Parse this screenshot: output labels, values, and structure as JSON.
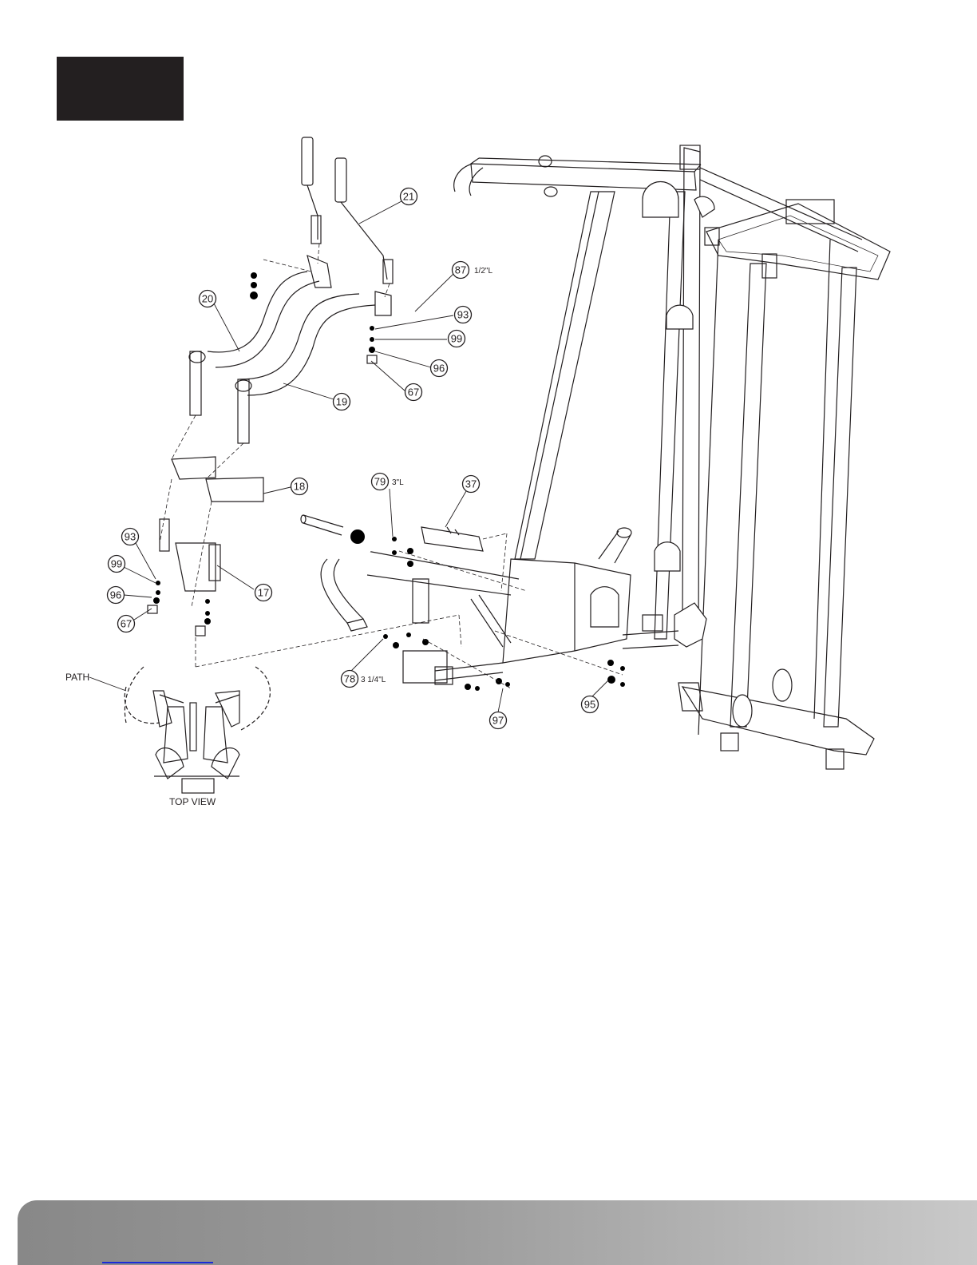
{
  "page": {
    "background": "#ffffff",
    "step_block_color": "#231f20"
  },
  "callouts": {
    "p21": "21",
    "p87": "87",
    "p87_dim": "1/2\"L",
    "p20": "20",
    "p93a": "93",
    "p99a": "99",
    "p96a": "96",
    "p67a": "67",
    "p19": "19",
    "p18": "18",
    "p79": "79",
    "p79_dim": "3\"L",
    "p37": "37",
    "p93b": "93",
    "p99b": "99",
    "p96b": "96",
    "p67b": "67",
    "p17": "17",
    "p78": "78",
    "p78_dim": "3 1/4\"L",
    "p97": "97",
    "p95": "95"
  },
  "labels": {
    "path": "PATH",
    "top_view": "TOP VIEW"
  },
  "footer": {
    "bar_color": "#9a9a9a",
    "link_color": "#1a2bd9"
  }
}
